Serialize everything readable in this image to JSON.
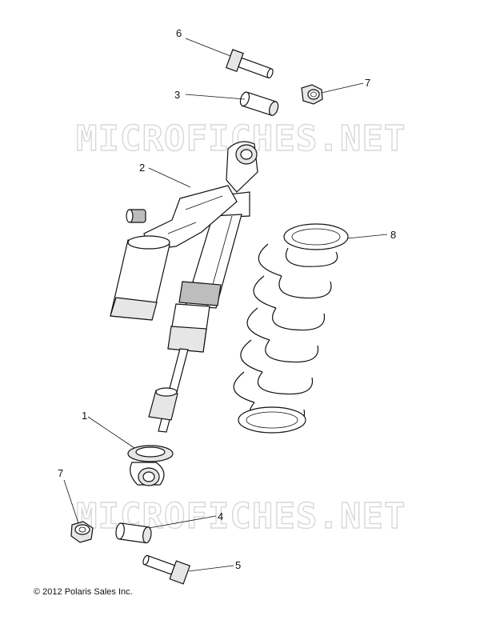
{
  "watermark": {
    "text": "MICROFICHES.NET"
  },
  "callouts": {
    "c1": "1",
    "c2": "2",
    "c3": "3",
    "c4": "4",
    "c5": "5",
    "c6": "6",
    "c7a": "7",
    "c7b": "7",
    "c8": "8"
  },
  "footer": {
    "copyright": "© 2012 Polaris Sales Inc."
  }
}
